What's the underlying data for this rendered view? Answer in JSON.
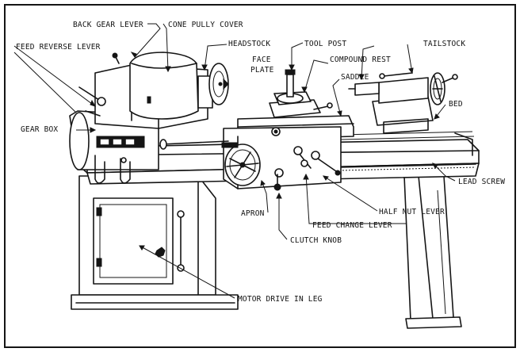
{
  "diagram": {
    "labels": {
      "back_gear_lever": "BACK GEAR LEVER",
      "cone_pully_cover": "CONE PULLY COVER",
      "feed_reverse_lever": "FEED REVERSE LEVER",
      "headstock": "HEADSTOCK",
      "face_plate_1": "FACE",
      "face_plate_2": "PLATE",
      "tool_post": "TOOL POST",
      "compound_rest": "COMPOUND REST",
      "tailstock": "TAILSTOCK",
      "saddle": "SADDLE",
      "bed": "BED",
      "gear_box": "GEAR BOX",
      "lead_screw": "LEAD SCREW",
      "apron": "APRON",
      "half_nut_lever": "HALF NUT LEVER",
      "feed_change_lever": "FEED CHANGE LEVER",
      "clutch_knob": "CLUTCH KNOB",
      "motor_drive_in_leg": "MOTOR DRIVE IN LEG"
    }
  }
}
